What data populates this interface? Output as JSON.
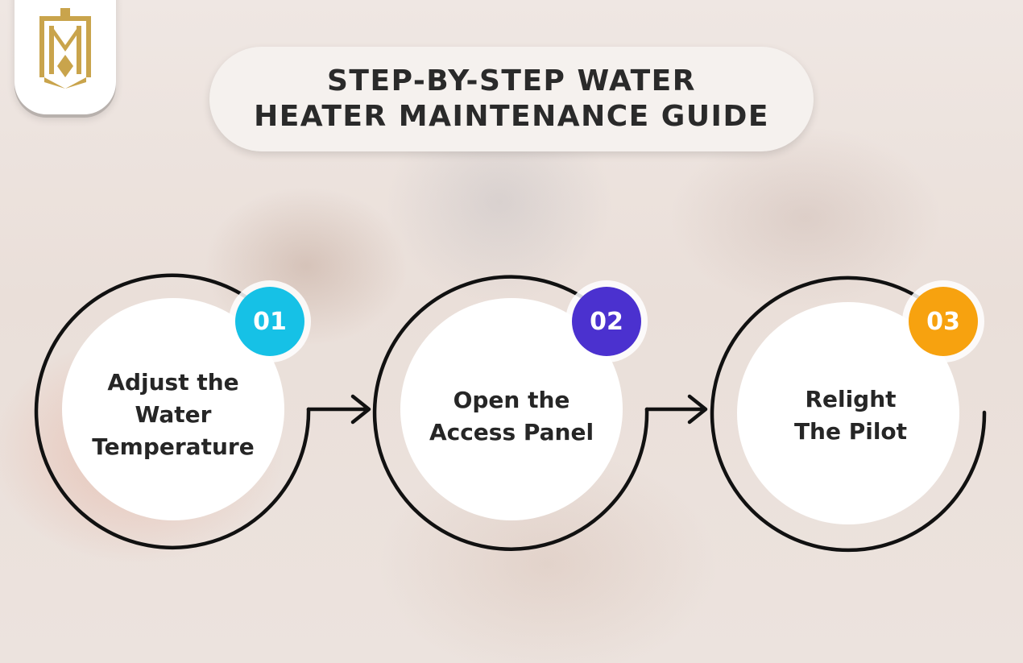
{
  "brand": {
    "logo_icon": "crown-shield-logo-icon",
    "gold": "#c9a44c"
  },
  "title": {
    "line1": "STEP-BY-STEP WATER",
    "line2": "HEATER MAINTENANCE GUIDE"
  },
  "steps": [
    {
      "number": "01",
      "label": [
        "Adjust the",
        "Water",
        "Temperature"
      ],
      "color": "#16c1e6"
    },
    {
      "number": "02",
      "label": [
        "Open the",
        "Access Panel"
      ],
      "color": "#4b31cf"
    },
    {
      "number": "03",
      "label": [
        "Relight",
        "The Pilot"
      ],
      "color": "#f7a20f"
    }
  ],
  "connector_icon": "arrow-right-icon"
}
